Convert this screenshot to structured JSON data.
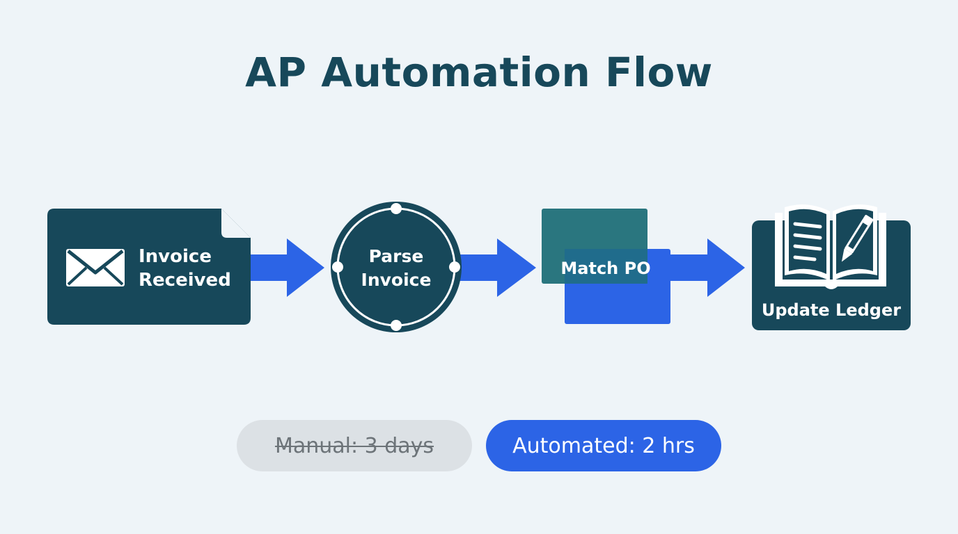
{
  "title": "AP Automation Flow",
  "steps": [
    {
      "label_line1": "Invoice",
      "label_line2": "Received",
      "icon": "envelope-icon"
    },
    {
      "label_line1": "Parse",
      "label_line2": "Invoice",
      "icon": "circle-node"
    },
    {
      "label": "Match PO",
      "icon": "overlapping-squares"
    },
    {
      "label": "Update Ledger",
      "icon": "open-book-pen-icon"
    }
  ],
  "comparison": {
    "manual": "Manual: 3 days",
    "automated": "Automated: 2 hrs"
  },
  "colors": {
    "background": "#eef4f8",
    "primary_dark": "#17485a",
    "teal": "#1f6f78",
    "accent_blue": "#2c64e6",
    "muted_pill": "#dce1e5"
  }
}
